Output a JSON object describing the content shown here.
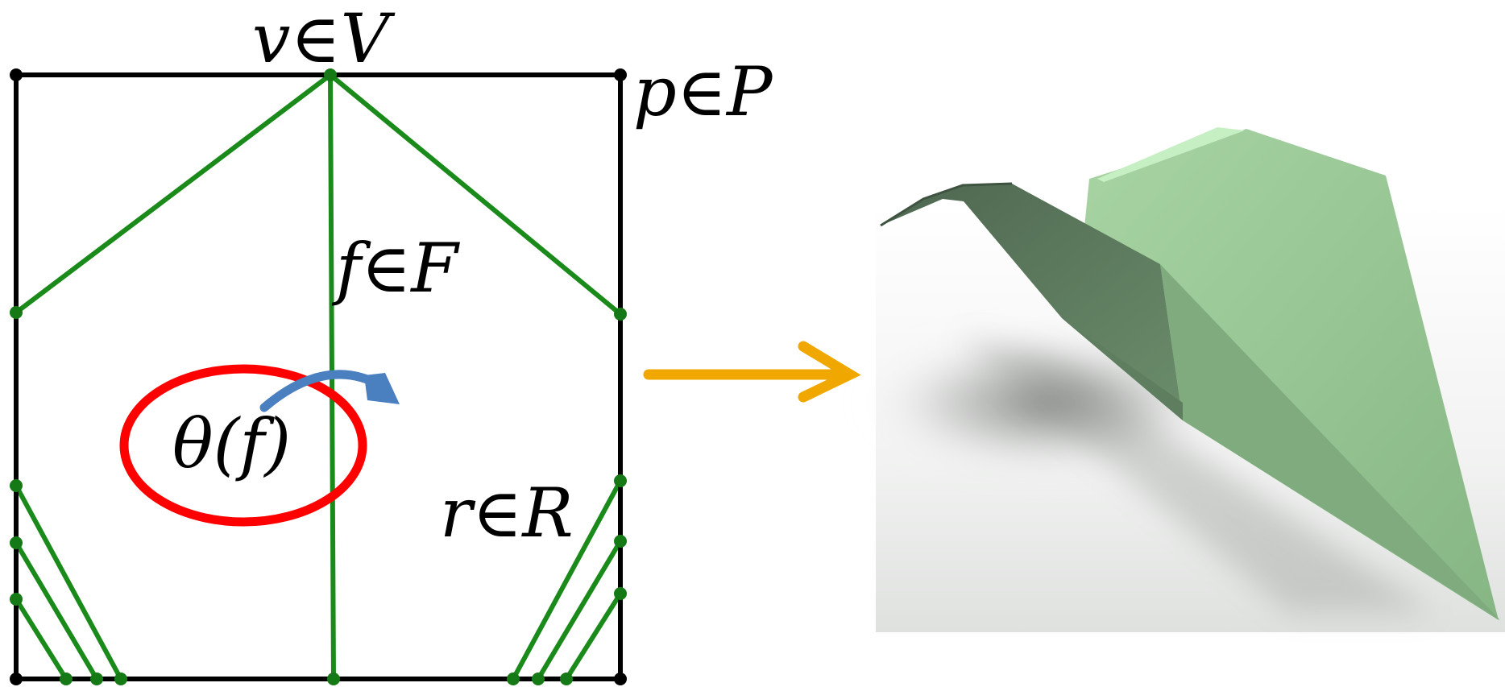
{
  "labels": {
    "vertex": "v∈V",
    "paper_corner": "p∈P",
    "fold": "f∈F",
    "angle": "θ(f)",
    "region": "r∈R"
  },
  "colors": {
    "paper_edge": "#000000",
    "fold_line": "#1a8a1a",
    "fold_vertex": "#157a15",
    "highlight_ellipse": "#ff0000",
    "rotation_arrow": "#4a7fc0",
    "transition_arrow": "#f0a800",
    "folded_light": "#a9d6a5",
    "folded_mid": "#86b884",
    "folded_dark": "#56705a"
  },
  "icons": {
    "rotation": "curved-arrow-icon",
    "transition": "right-arrow-icon"
  }
}
